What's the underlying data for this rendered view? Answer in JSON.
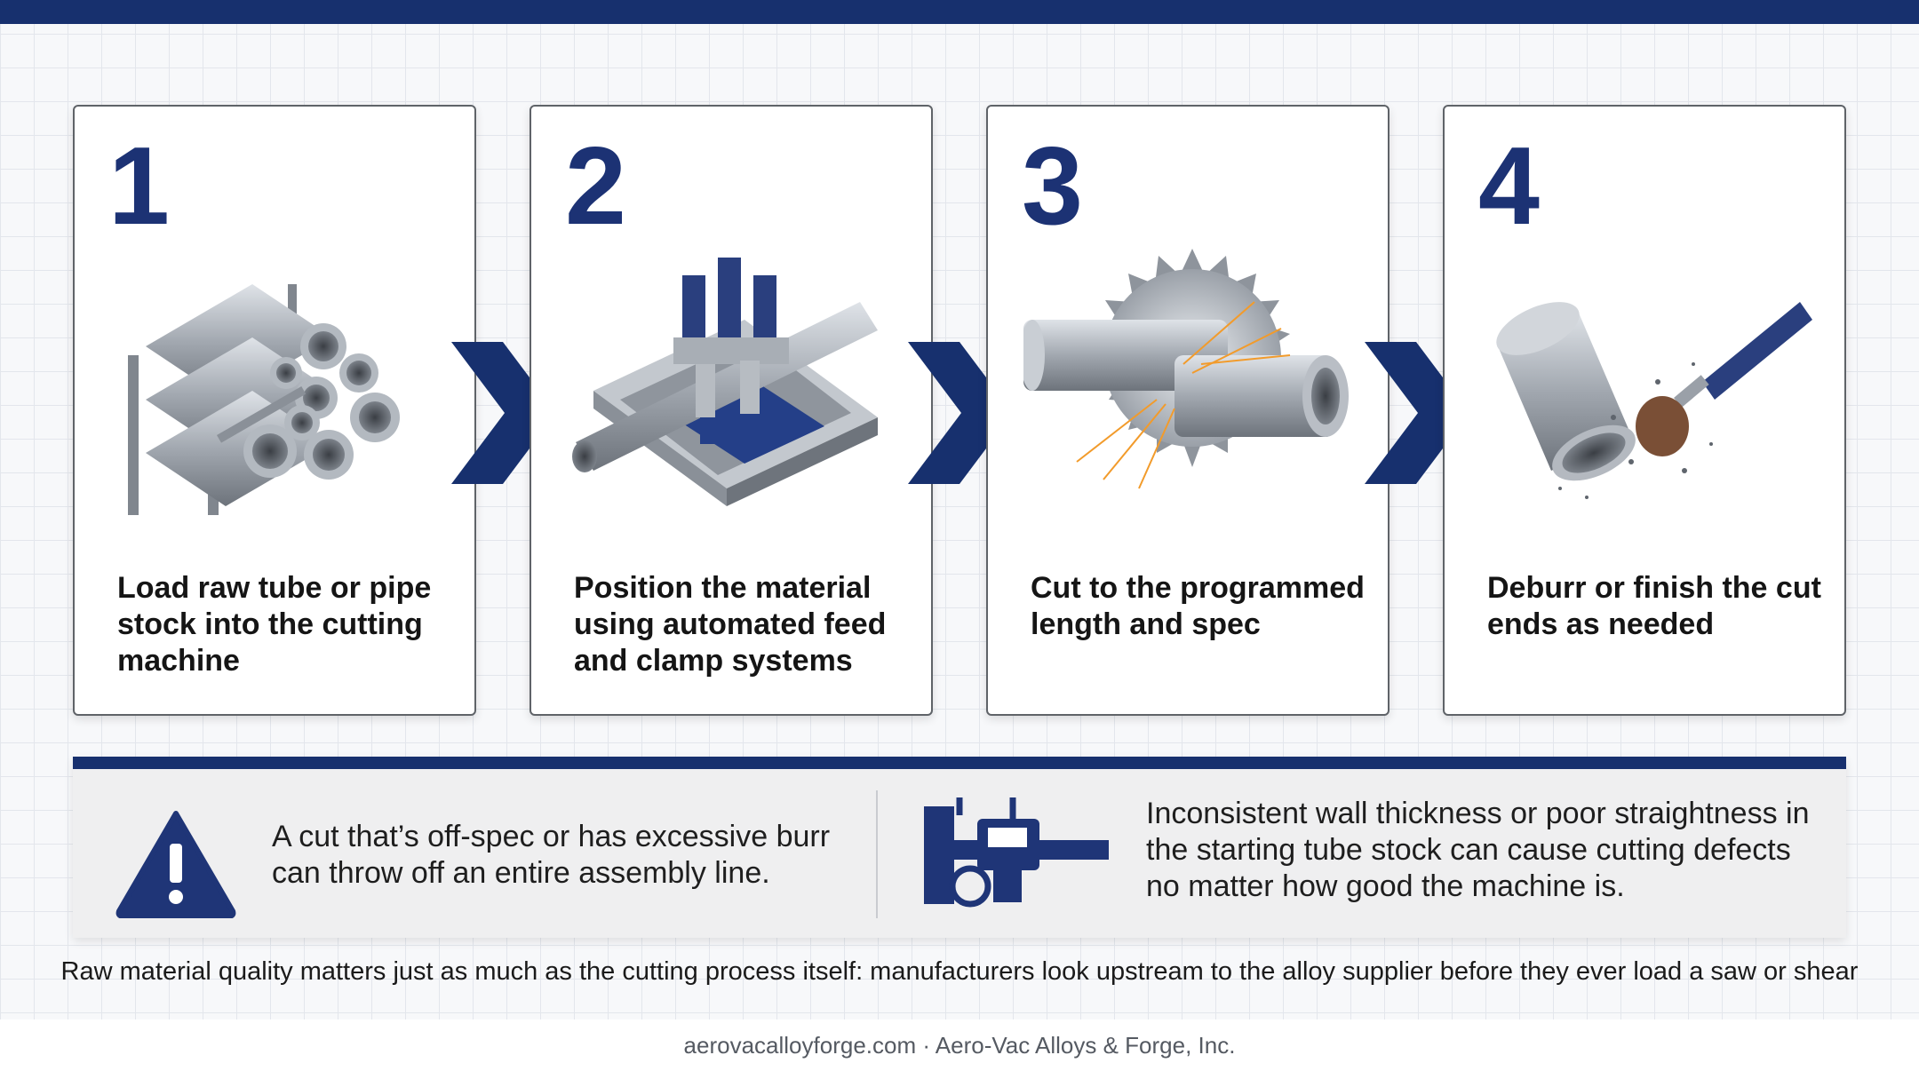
{
  "steps": [
    {
      "number": "1",
      "description": "Load raw tube or pipe stock into the cutting machine",
      "icon": "pipe-stack-icon"
    },
    {
      "number": "2",
      "description": "Position the material using automated feed and clamp systems",
      "icon": "feed-clamp-icon"
    },
    {
      "number": "3",
      "description": "Cut to the programmed length and spec",
      "icon": "saw-blade-icon"
    },
    {
      "number": "4",
      "description": "Deburr or finish the cut ends as needed",
      "icon": "deburr-tool-icon"
    }
  ],
  "callouts": {
    "warning": {
      "text": "A cut that’s off-spec or has excessive burr can throw off an entire assembly line.",
      "icon": "warning-triangle-icon"
    },
    "stock": {
      "text": "Inconsistent wall thickness or poor straightness in the starting tube stock can cause cutting defects no matter how good the machine is.",
      "icon": "caliper-icon"
    }
  },
  "tagline": "Raw material quality matters just as much as the cutting process itself: manufacturers look upstream to the alloy supplier before they ever load a saw or shear",
  "footer": "aerovacalloyforge.com · Aero-Vac Alloys & Forge, Inc.",
  "colors": {
    "accent": "#17306e",
    "number": "#1c3274",
    "steel": "#a9afb6"
  }
}
